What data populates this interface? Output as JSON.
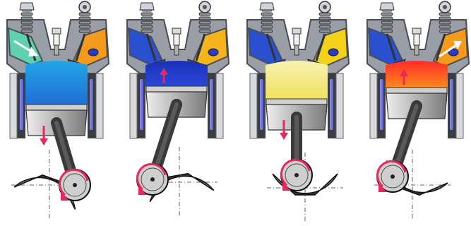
{
  "diagram": {
    "colors": {
      "background": "#ffffff",
      "head_gray": "#9a9ea6",
      "head_dark": "#4a4e56",
      "cylinder_wall": "#3a3d45",
      "liner_blue": "#5b5fc8",
      "piston_light": "#eeeeee",
      "piston_dark": "#7a7a7a",
      "rod": "#3a3a3a",
      "crank_dark": "#2c2c2c",
      "crank_light": "#9a9a9a",
      "arrow_red": "#e8285c",
      "arrow_white": "#ffffff",
      "spring": "#8a8f99"
    },
    "panels": [
      {
        "stroke_order": 1,
        "chamber_top": "#22a6e6",
        "chamber_bottom": "#1f6fd6",
        "intake_port": "#5ed1b0",
        "exhaust_port": "#f59a1a",
        "intake_valve_open": true,
        "exhaust_valve_open": false,
        "piston_direction": "down",
        "gas_arrow": "intake"
      },
      {
        "stroke_order": 2,
        "chamber_top": "#1b2fb8",
        "chamber_bottom": "#2a49d6",
        "intake_port": "#2a4fcf",
        "exhaust_port": "#f5b41a",
        "intake_valve_open": false,
        "exhaust_valve_open": false,
        "piston_direction": "up",
        "gas_arrow": "none"
      },
      {
        "stroke_order": 3,
        "chamber_top": "#f7f3b0",
        "chamber_bottom": "#f0e060",
        "intake_port": "#2a4fcf",
        "exhaust_port": "#f5d21a",
        "intake_valve_open": false,
        "exhaust_valve_open": false,
        "piston_direction": "down",
        "gas_arrow": "none"
      },
      {
        "stroke_order": 4,
        "chamber_top": "#ff2a2a",
        "chamber_bottom": "#ff8a1a",
        "intake_port": "#2a4fcf",
        "exhaust_port": "#f59a1a",
        "intake_valve_open": false,
        "exhaust_valve_open": true,
        "piston_direction": "up",
        "gas_arrow": "exhaust"
      }
    ]
  }
}
